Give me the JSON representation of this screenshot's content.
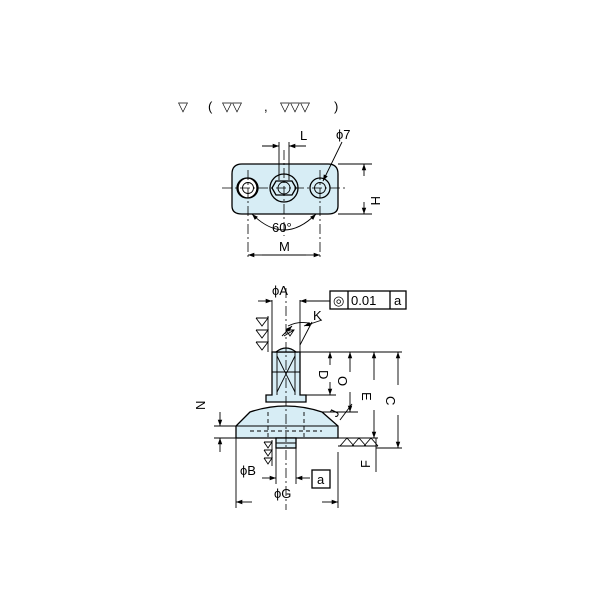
{
  "surface_finish": {
    "lead": "▽",
    "open": "(",
    "first": "▽▽",
    "separator": ",",
    "second": "▽▽▽",
    "close": ")"
  },
  "top_view": {
    "dim_L": "L",
    "dim_phi7": "ϕ7",
    "dim_H": "H",
    "dim_angle": "60°",
    "dim_M": "M"
  },
  "side_view": {
    "dim_phiA": "ϕA",
    "dim_K": "K",
    "dim_D": "D",
    "dim_O": "O",
    "dim_E": "E",
    "dim_C": "C",
    "dim_J": "J",
    "dim_N": "N",
    "dim_F": "F",
    "dim_phiB": "ϕB",
    "dim_phiG": "ϕG",
    "datum_a": "a"
  },
  "tolerance_frame": {
    "symbol": "◎",
    "value": "0.01",
    "datum": "a"
  },
  "colors": {
    "part_fill": "#d7edf5",
    "line": "#000000"
  }
}
